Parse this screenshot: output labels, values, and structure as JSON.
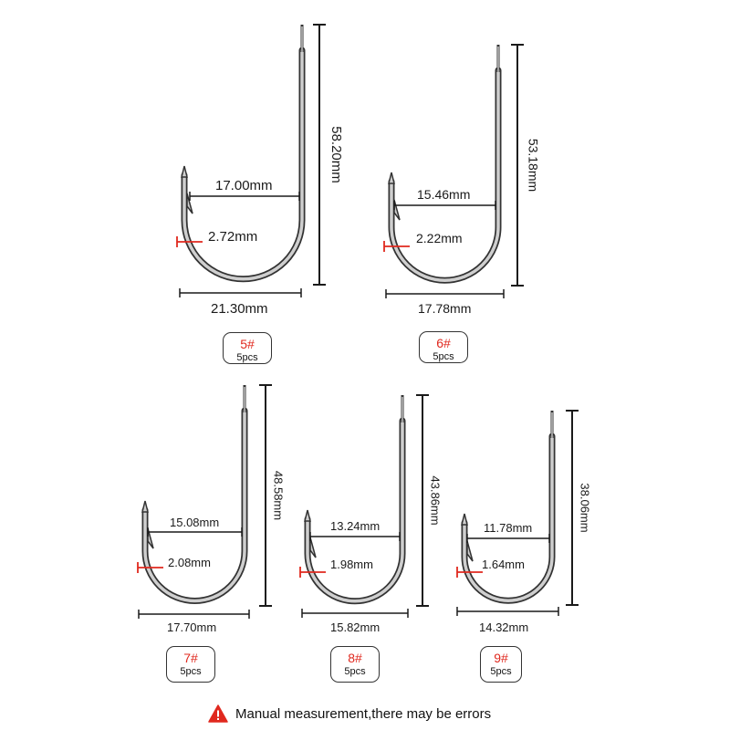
{
  "colors": {
    "accent": "#e0281e",
    "line": "#1a1a1a",
    "hook_dark": "#333333",
    "hook_light": "#cfcfcf"
  },
  "hooks": [
    {
      "size": "5#",
      "quantity": "5pcs",
      "length": "58.20mm",
      "gap": "17.00mm",
      "point": "2.72mm",
      "width": "21.30mm"
    },
    {
      "size": "6#",
      "quantity": "5pcs",
      "length": "53.18mm",
      "gap": "15.46mm",
      "point": "2.22mm",
      "width": "17.78mm"
    },
    {
      "size": "7#",
      "quantity": "5pcs",
      "length": "48.58mm",
      "gap": "15.08mm",
      "point": "2.08mm",
      "width": "17.70mm"
    },
    {
      "size": "8#",
      "quantity": "5pcs",
      "length": "43.86mm",
      "gap": "13.24mm",
      "point": "1.98mm",
      "width": "15.82mm"
    },
    {
      "size": "9#",
      "quantity": "5pcs",
      "length": "38.06mm",
      "gap": "11.78mm",
      "point": "1.64mm",
      "width": "14.32mm"
    }
  ],
  "footer": {
    "icon": "warning-icon",
    "note": "Manual measurement,there may be errors"
  }
}
